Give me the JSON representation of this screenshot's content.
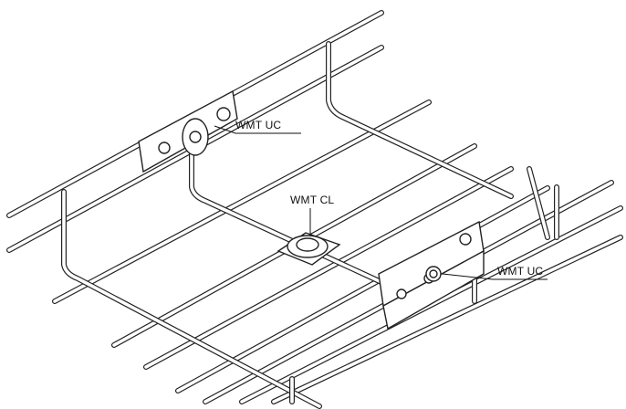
{
  "labels": {
    "coupler_top": "WMT UC",
    "clamp_center": "WMT CL",
    "coupler_right": "WMT UC"
  }
}
